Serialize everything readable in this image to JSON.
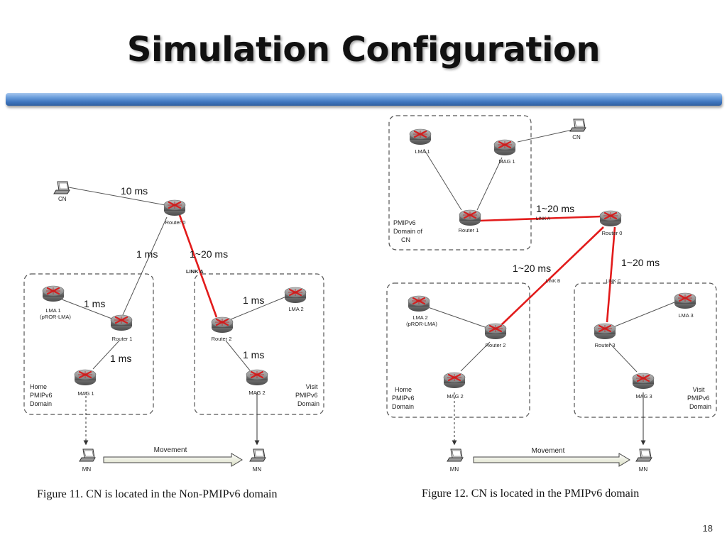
{
  "slide": {
    "title": "Simulation Configuration",
    "page_number": "18",
    "bar_color": "#4a7fc6"
  },
  "figure11": {
    "caption": "Figure 11.  CN is located in the Non-PMIPv6 domain",
    "nodes": {
      "cn": "CN",
      "router0": "Router 0",
      "lma1_line1": "LMA 1",
      "lma1_line2": "(pROR-LMA)",
      "router1": "Router 1",
      "router2": "Router 2",
      "lma2": "LMA 2",
      "mag1": "MAG 1",
      "mag2": "MAG 2",
      "mn_home": "MN",
      "mn_visit": "MN"
    },
    "link_a": "LINK A",
    "home_domain": [
      "Home",
      "PMIPv6",
      "Domain"
    ],
    "visit_domain": [
      "Visit",
      "PMIPv6",
      "Domain"
    ],
    "movement": "Movement",
    "delays": {
      "cn_router0": "10 ms",
      "router0_router1": "1 ms",
      "router0_router2": "1~20 ms",
      "lma1_router1": "1 ms",
      "lma2_router2": "1 ms",
      "router1_mag1": "1 ms",
      "router2_mag2": "1 ms"
    }
  },
  "figure12": {
    "caption": "Figure 12.  CN is located in the PMIPv6 domain",
    "nodes": {
      "lma1": "LMA 1",
      "mag1": "MAG 1",
      "cn": "CN",
      "router1": "Router 1",
      "router0": "Router 0",
      "lma2_line1": "LMA 2",
      "lma2_line2": "(pROR-LMA)",
      "router2": "Router 2",
      "mag2": "MAG 2",
      "lma3": "LMA 3",
      "router3": "Router 3",
      "mag3": "MAG 3",
      "mn_home": "MN",
      "mn_visit": "MN"
    },
    "link_a": "LINK A",
    "link_b": "LINK B",
    "link_c": "LINK C",
    "cn_domain": [
      "PMIPv6",
      "Domain of",
      "CN"
    ],
    "home_domain": [
      "Home",
      "PMIPv6",
      "Domain"
    ],
    "visit_domain": [
      "Visit",
      "PMIPv6",
      "Domain"
    ],
    "movement": "Movement",
    "delays": {
      "link_a": "1~20 ms",
      "link_b": "1~20 ms",
      "link_c": "1~20 ms"
    }
  },
  "colors": {
    "red_link": "#e21b1b",
    "router_fill": "#8a8a8a",
    "router_x": "#d42020",
    "domain_border": "#555555"
  }
}
